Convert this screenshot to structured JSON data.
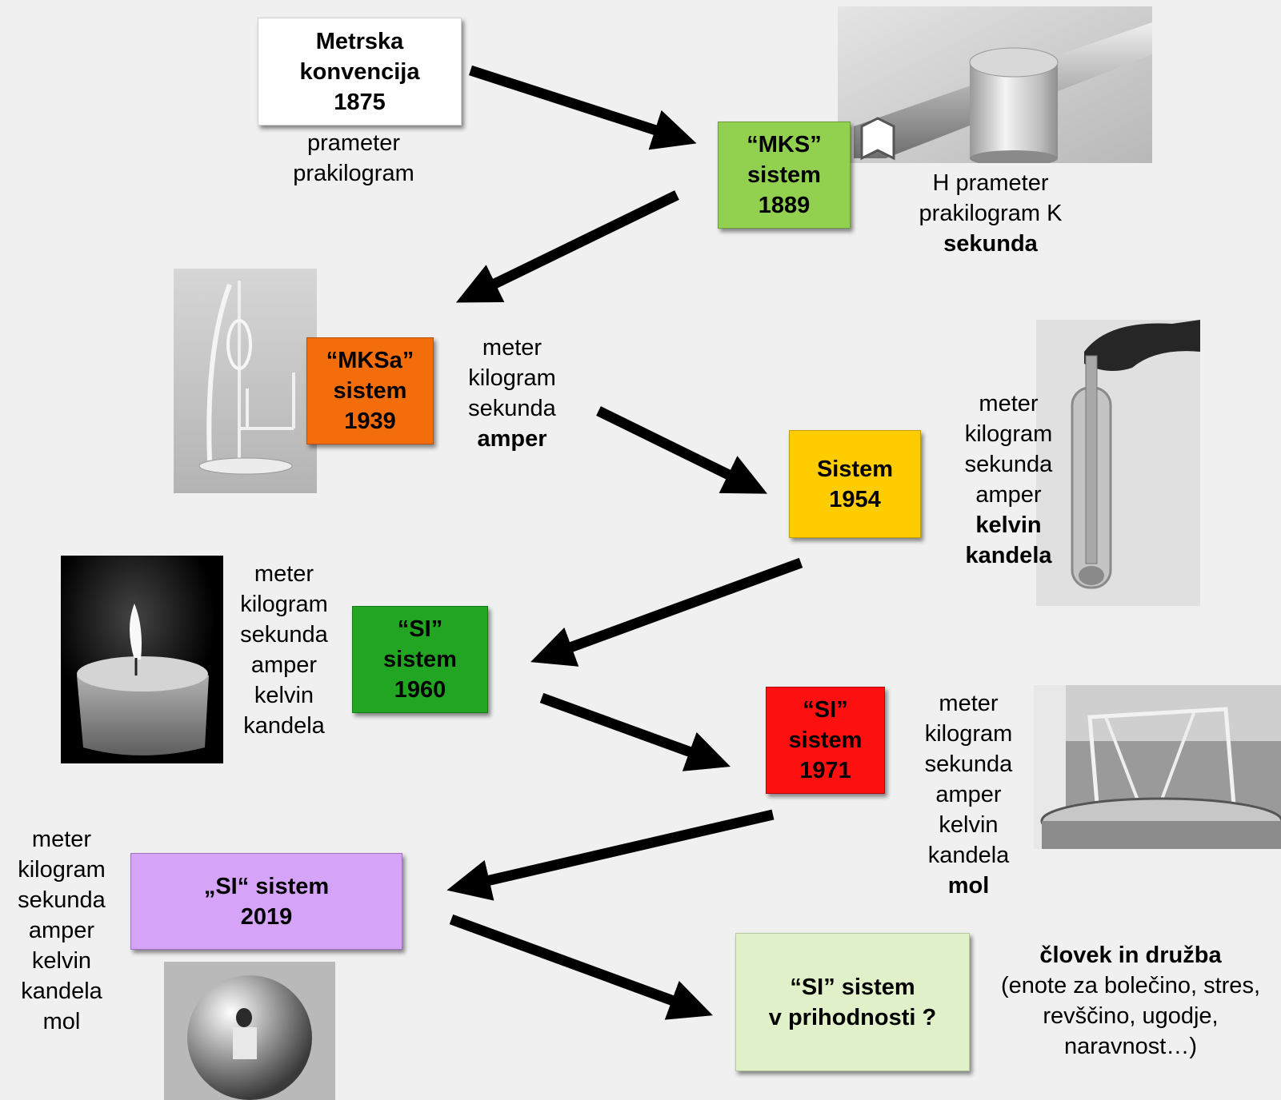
{
  "colors": {
    "background": "#f0f0f0",
    "box_1875": "#ffffff",
    "box_1889": "#92d050",
    "box_1939": "#f36e0a",
    "box_1954": "#ffcc00",
    "box_1960": "#22a522",
    "box_1971": "#ff1010",
    "box_2019": "#d5a3f8",
    "box_future": "#e0f0c8",
    "arrow": "#000000"
  },
  "boxes": {
    "b1875": {
      "line1": "Metrska",
      "line2": "konvencija",
      "line3": "1875"
    },
    "b1889": {
      "line1": "“MKS”",
      "line2": "sistem",
      "line3": "1889"
    },
    "b1939": {
      "line1": "“MKSa”",
      "line2": "sistem",
      "line3": "1939"
    },
    "b1954": {
      "line1": "Sistem",
      "line2": "1954"
    },
    "b1960": {
      "line1": "“SI”",
      "line2": "sistem",
      "line3": "1960"
    },
    "b1971": {
      "line1": "“SI”",
      "line2": "sistem",
      "line3": "1971"
    },
    "b2019": {
      "line1": "„SI“ sistem",
      "line2": "2019"
    },
    "bfuture": {
      "line1": "“SI” sistem",
      "line2": "v prihodnosti ?"
    }
  },
  "labels": {
    "l1875": [
      "prameter",
      "prakilogram"
    ],
    "l1889": {
      "normal": [
        "H prameter",
        "prakilogram K"
      ],
      "bold": [
        "sekunda"
      ]
    },
    "l1939": {
      "normal": [
        "meter",
        "kilogram",
        "sekunda"
      ],
      "bold": [
        "amper"
      ]
    },
    "l1954": {
      "normal": [
        "meter",
        "kilogram",
        "sekunda",
        "amper"
      ],
      "bold": [
        "kelvin",
        "kandela"
      ]
    },
    "l1960": [
      "meter",
      "kilogram",
      "sekunda",
      "amper",
      "kelvin",
      "kandela"
    ],
    "l1971": {
      "normal": [
        "meter",
        "kilogram",
        "sekunda",
        "amper",
        "kelvin",
        "kandela"
      ],
      "bold": [
        "mol"
      ]
    },
    "l2019": [
      "meter",
      "kilogram",
      "sekunda",
      "amper",
      "kelvin",
      "kandela",
      "mol"
    ],
    "lfuture": {
      "bold": [
        "človek in družba"
      ],
      "normal": [
        "(enote za bolečino, stres,",
        "revščino, ugodje,",
        "naravnost…)"
      ]
    }
  },
  "icons": [
    "meter-bar-photo",
    "electrodynamometer-photo",
    "triple-point-cell-photo",
    "candle-photo",
    "caesium-clock-photo",
    "silicon-sphere-photo"
  ]
}
